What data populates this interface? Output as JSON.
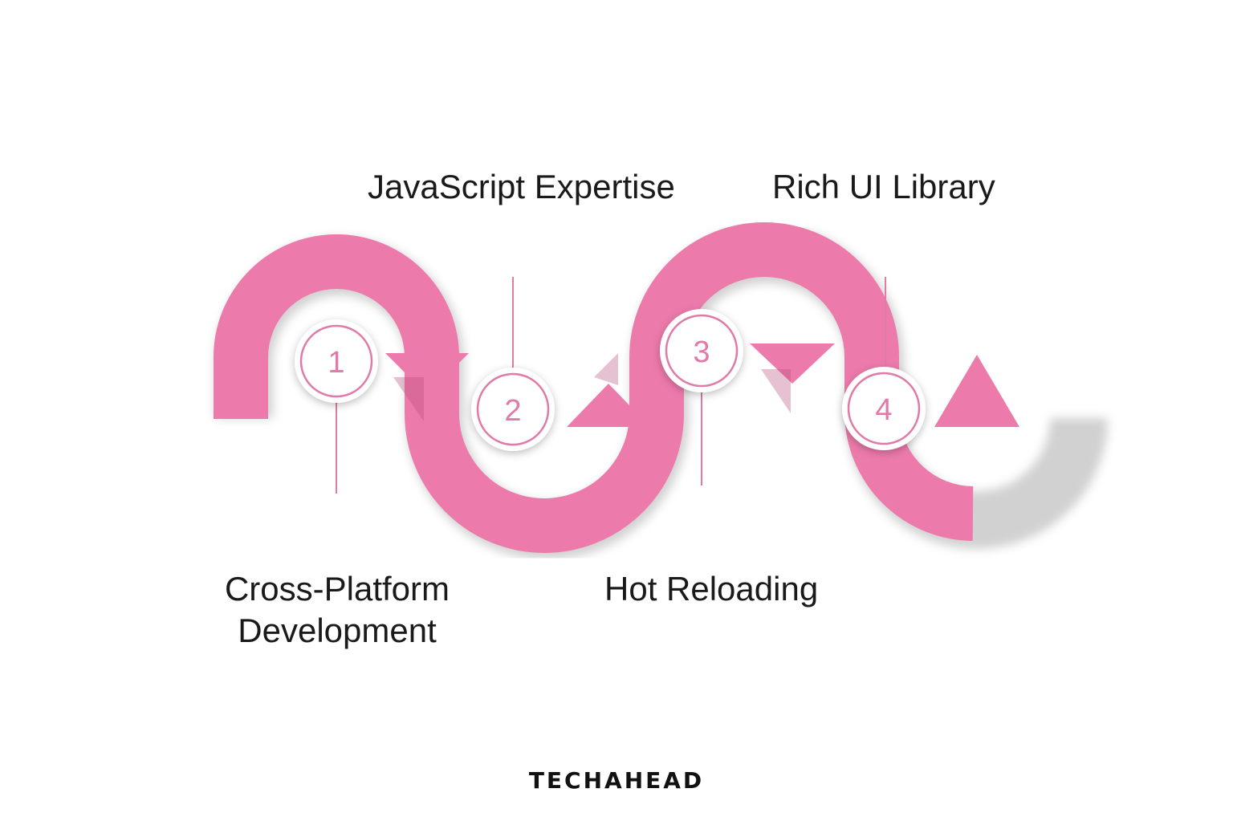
{
  "steps": [
    {
      "number": "1",
      "label_lines": [
        "Cross-Platform",
        "Development"
      ]
    },
    {
      "number": "2",
      "label": "JavaScript Expertise"
    },
    {
      "number": "3",
      "label_lines": [
        "Hot Reloading"
      ]
    },
    {
      "number": "4",
      "label": "Rich UI Library"
    }
  ],
  "brand": {
    "logo_text": "TECHAHEAD"
  },
  "colors": {
    "ribbon": "#ec7aab",
    "ribbon_shadow": "#c95a8a",
    "circle_stroke": "#e07aa8",
    "connector": "#e07aa8",
    "text": "#1a1a1a"
  }
}
